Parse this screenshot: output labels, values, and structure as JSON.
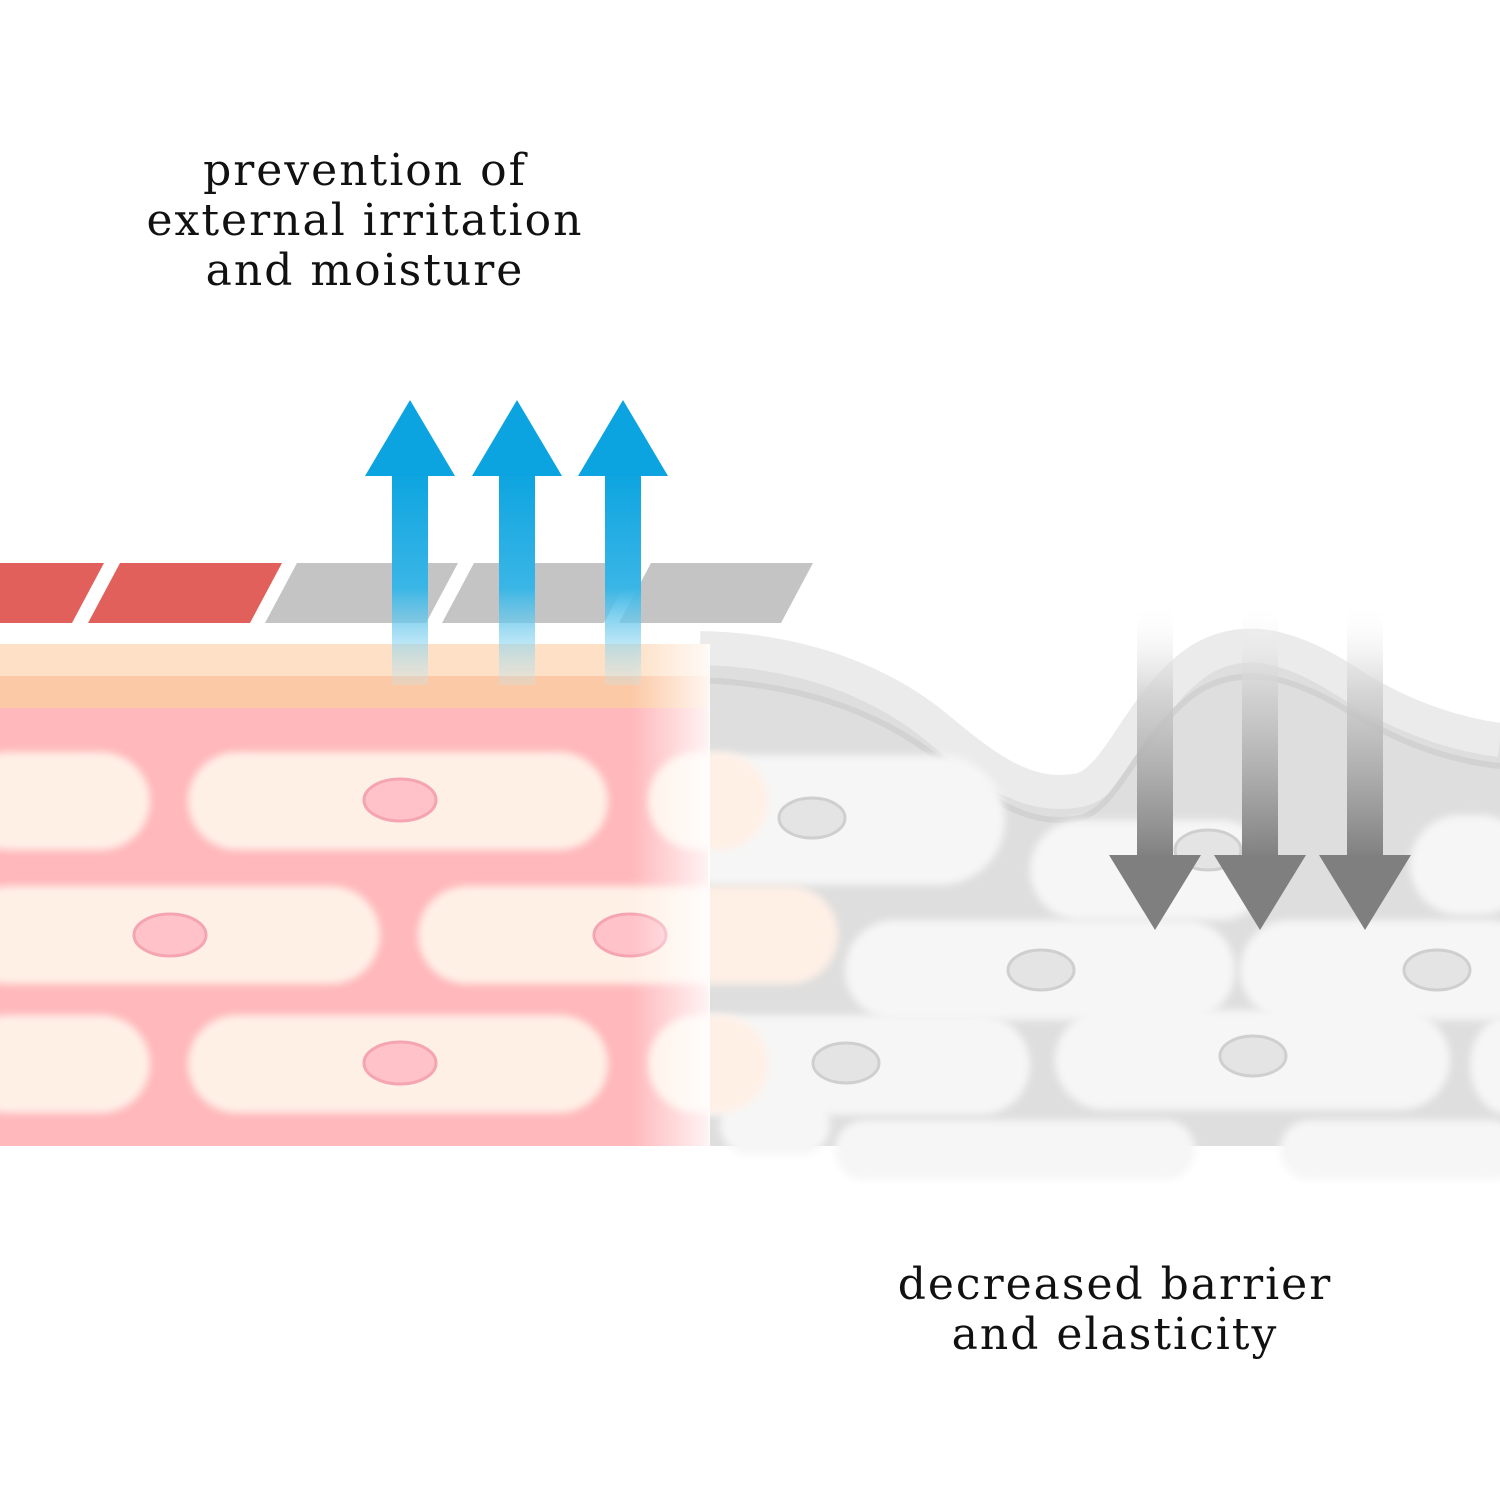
{
  "captions": {
    "healthy": [
      "prevention of",
      "external irritation",
      "and moisture"
    ],
    "damaged": [
      "decreased barrier",
      "and elasticity"
    ]
  },
  "colors": {
    "background": "#ffffff",
    "barrier_red": "#e2605b",
    "barrier_gray": "#c4c4c4",
    "upper_layer_cream": "#fde0c6",
    "upper_layer_peach": "#fcc9a6",
    "tissue_pink": "#ffb8bc",
    "cell_cream": "#fff0e6",
    "nucleus_pink": "#ffc2c8",
    "tissue_gray": "#dedede",
    "cell_gray": "#f6f6f6",
    "nucleus_gray": "#e4e4e4",
    "arrow_up_blue": "#0ba4e0",
    "arrow_down_gray": "#7f7f7f",
    "text": "#111111"
  },
  "icons": {
    "up_arrows": "arrow-up-icon",
    "down_arrows": "arrow-down-icon"
  }
}
